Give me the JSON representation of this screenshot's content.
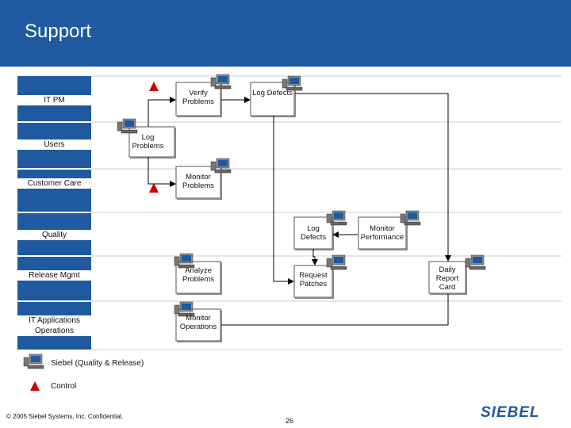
{
  "title": "Support",
  "lanes": [
    "IT PM",
    "Users",
    "Customer Care",
    "Quality",
    "Release Mgmt",
    "IT Applications Operations"
  ],
  "boxes": {
    "verify_problems": "Verify Problems",
    "log_defects_top": "Log Defects",
    "log_problems": "Log Problems",
    "monitor_problems": "Monitor Problems",
    "log_defects_quality": "Log Defects",
    "monitor_performance": "Monitor Performance",
    "analyze_problems": "Analyze Problems",
    "request_patches": "Request Patches",
    "daily_report_card": "Daily Report Card",
    "monitor_operations": "Monitor Operations"
  },
  "legend": {
    "siebel": "Siebel (Quality & Release)",
    "control": "Control"
  },
  "footer": {
    "copyright": "© 2005 Siebel Systems, Inc. Confidential.",
    "page": "26",
    "logo": "SIEBEL"
  },
  "colors": {
    "brand": "#1f5aa0",
    "control": "#cc0000"
  }
}
